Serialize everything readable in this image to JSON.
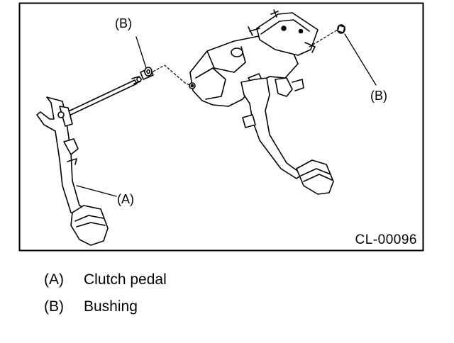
{
  "figure": {
    "code": "CL-00096",
    "callouts": {
      "a": "(A)",
      "b_left": "(B)",
      "b_right": "(B)"
    }
  },
  "legend": [
    {
      "key": "(A)",
      "label": "Clutch pedal"
    },
    {
      "key": "(B)",
      "label": "Bushing"
    }
  ]
}
